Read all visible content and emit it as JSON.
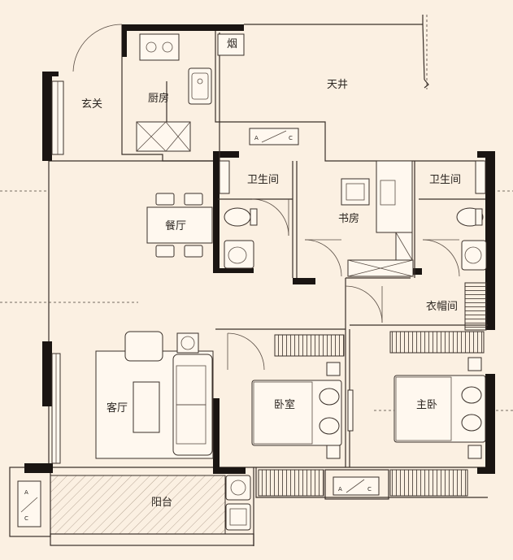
{
  "rooms": {
    "entrance": "玄关",
    "kitchen": "厨房",
    "chimney": "烟",
    "lightwell": "天井",
    "bath1": "卫生间",
    "bath2": "卫生间",
    "dining": "餐厅",
    "study": "书房",
    "cloakroom": "衣帽间",
    "living": "客厅",
    "bedroom": "卧室",
    "master": "主卧",
    "balcony": "阳台"
  },
  "ac_units": {
    "a": "A",
    "c": "C"
  },
  "colors": {
    "background": "#fbf0e2",
    "wall": "#1a1512",
    "line": "#3a302a"
  }
}
